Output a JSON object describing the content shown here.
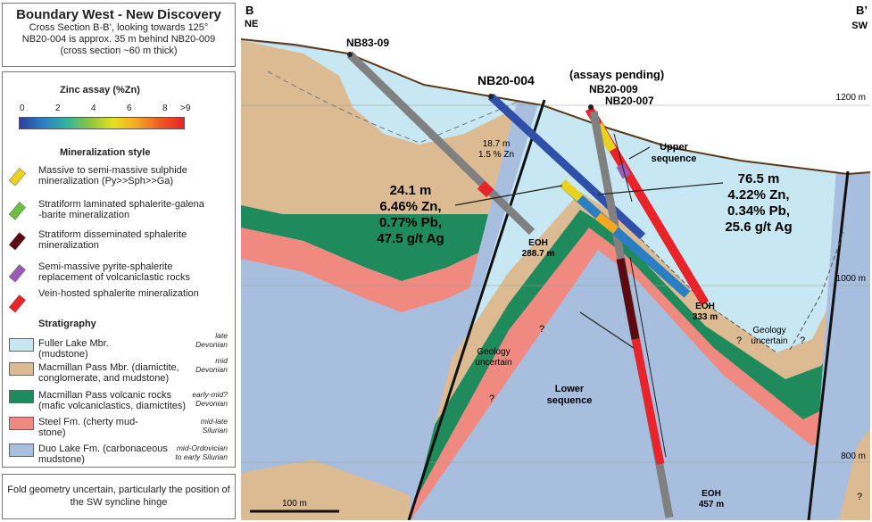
{
  "title": "Boundary West - New Discovery",
  "subtitle_lines": [
    "Cross Section B-B’, looking towards 125°",
    "NB20-004 is approx. 35 m behind NB20-009",
    "(cross section ~60 m thick)"
  ],
  "legend": {
    "zinc_title": "Zinc assay (%Zn)",
    "zinc_ticks": [
      "0",
      "2",
      "4",
      "6",
      "8",
      ">9"
    ],
    "zinc_colors": [
      "#2f3f9a",
      "#2a7fc4",
      "#33b3a0",
      "#8cc63f",
      "#e8e020",
      "#f5a623",
      "#ee5a24",
      "#e8232a"
    ],
    "mineralization_title": "Mineralization style",
    "mineralization": [
      {
        "label1": "Massive to semi-massive sulphide",
        "label2": "mineralization (Py>>Sph>>Ga)",
        "color": "#e8d21f"
      },
      {
        "label1": "Stratiform laminated sphalerite-galena",
        "label2": "-barite mineralization",
        "color": "#6cbf3f"
      },
      {
        "label1": "Stratiform disseminated sphalerite",
        "label2": "mineralization",
        "color": "#5a0a10"
      },
      {
        "label1": "Semi-massive pyrite-sphalerite",
        "label2": "replacement of volcaniclastic rocks",
        "color": "#9b59b6"
      },
      {
        "label1": "Vein-hosted sphalerite mineralization",
        "label2": "",
        "color": "#e8232a"
      }
    ],
    "stratigraphy_title": "Stratigraphy",
    "stratigraphy": [
      {
        "label1": "Fuller Lake Mbr.",
        "label2": "(mudstone)",
        "age1": "late",
        "age2": "Devonian",
        "color": "#c7e8f2"
      },
      {
        "label1": "Macmillan Pass Mbr. (diamictite,",
        "label2": "conglomerate, and mudstone)",
        "age1": "mid",
        "age2": "Devonian",
        "color": "#dcbb93"
      },
      {
        "label1": "Macmillan Pass volcanic rocks",
        "label2": "(mafic volcaniclastics, diamictites)",
        "age1": "early-mid?",
        "age2": "Devonian",
        "color": "#1f8a5c"
      },
      {
        "label1": "Steel Fm. (cherty mud-",
        "label2": "stone)",
        "age1": "mid-late",
        "age2": "Silurian",
        "color": "#f08a80"
      },
      {
        "label1": "Duo Lake Fm. (carbonaceous",
        "label2": "mudstone)",
        "age1": "mid-Ordovician",
        "age2": "to early Silurian",
        "color": "#a8bedf"
      }
    ]
  },
  "note": [
    "Fold geometry uncertain, particularly the position of",
    "the SW syncline hinge"
  ],
  "section": {
    "left_end": "B",
    "left_dir": "NE",
    "right_end": "B’",
    "right_dir": "SW",
    "elevations": [
      "1200 m",
      "1000 m",
      "800 m"
    ],
    "scale": "100 m",
    "holes": {
      "nb83_09": "NB83-09",
      "nb20_004": "NB20-004",
      "assays_pending": "(assays pending)",
      "nb20_009": "NB20-009",
      "nb20_007": "NB20-007"
    },
    "intercept_small": [
      "18.7 m",
      "1.5 % Zn"
    ],
    "intercept_a": [
      "24.1 m",
      "6.46% Zn,",
      "0.77% Pb,",
      "47.5 g/t Ag"
    ],
    "intercept_b": [
      "76.5 m",
      "4.22% Zn,",
      "0.34% Pb,",
      "25.6 g/t Ag"
    ],
    "eoh1": [
      "EOH",
      "288.7 m"
    ],
    "eoh2": [
      "EOH",
      "333 m"
    ],
    "eoh3": [
      "EOH",
      "457 m"
    ],
    "upper_sequence": [
      "Upper",
      "sequence"
    ],
    "lower_sequence": [
      "Lower",
      "sequence"
    ],
    "geology_uncertain_1": [
      "Geology",
      "uncertain"
    ],
    "geology_uncertain_2": [
      "Geology",
      "uncertain"
    ],
    "question": "?"
  }
}
